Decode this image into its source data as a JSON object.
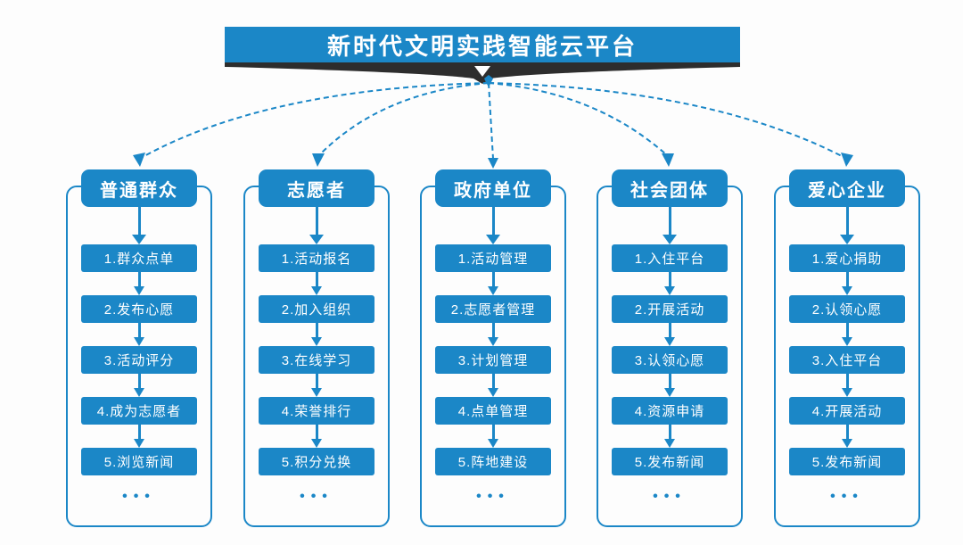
{
  "colors": {
    "accent": "#1b87c7",
    "ribbon": "#2d2d2d",
    "bg": "#fdfdfd"
  },
  "banner": {
    "title": "新时代文明实践智能云平台"
  },
  "columns": [
    {
      "header": "普通群众",
      "steps": [
        "1.群众点单",
        "2.发布心愿",
        "3.活动评分",
        "4.成为志愿者",
        "5.浏览新闻"
      ],
      "more": "•••"
    },
    {
      "header": "志愿者",
      "steps": [
        "1.活动报名",
        "2.加入组织",
        "3.在线学习",
        "4.荣誉排行",
        "5.积分兑换"
      ],
      "more": "•••"
    },
    {
      "header": "政府单位",
      "steps": [
        "1.活动管理",
        "2.志愿者管理",
        "3.计划管理",
        "4.点单管理",
        "5.阵地建设"
      ],
      "more": "•••"
    },
    {
      "header": "社会团体",
      "steps": [
        "1.入住平台",
        "2.开展活动",
        "3.认领心愿",
        "4.资源申请",
        "5.发布新闻"
      ],
      "more": "•••"
    },
    {
      "header": "爱心企业",
      "steps": [
        "1.爱心捐助",
        "2.认领心愿",
        "3.入住平台",
        "4.开展活动",
        "5.发布新闻"
      ],
      "more": "•••"
    }
  ]
}
